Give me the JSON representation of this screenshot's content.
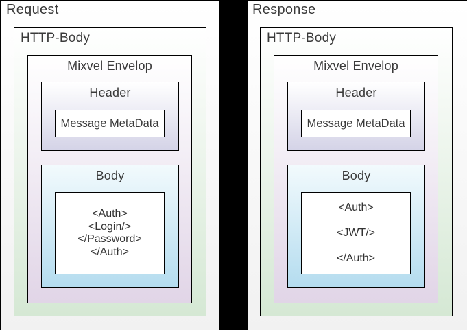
{
  "colors": {
    "canvas-bg": "#000000",
    "panel-top": "#ffffff",
    "panel-bottom": "#f1f1f1",
    "http-green": "#d5e8d4",
    "envelope-purple": "#e1d5e7",
    "header-lavender": "#d4d3e7",
    "body-blue-top": "#f2fafd",
    "body-blue": "#b4dcef",
    "border": "#000000",
    "text": "#3a3a3a"
  },
  "panels": [
    {
      "title": "Request",
      "http_body": {
        "label": "HTTP-Body",
        "envelope": {
          "label": "Mixvel Envelop",
          "header": {
            "label": "Header",
            "metadata": "Message MetaData"
          },
          "body": {
            "label": "Body",
            "code_lines": [
              "<Auth>",
              "<Login/>",
              "</Password>",
              "</Auth>"
            ]
          }
        }
      }
    },
    {
      "title": "Response",
      "http_body": {
        "label": "HTTP-Body",
        "envelope": {
          "label": "Mixvel Envelop",
          "header": {
            "label": "Header",
            "metadata": "Message MetaData"
          },
          "body": {
            "label": "Body",
            "code_lines": [
              "<Auth>",
              "",
              "<JWT/>",
              "",
              "</Auth>"
            ]
          }
        }
      }
    }
  ]
}
